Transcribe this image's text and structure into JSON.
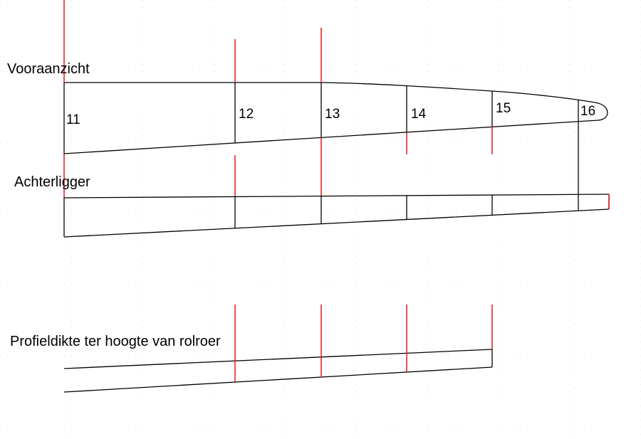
{
  "labels": {
    "front_view": "Vooraanzicht",
    "rear_spar": "Achterligger",
    "profile_thickness": "Profieldikte ter hoogte van rolroer"
  },
  "ribs": [
    "11",
    "12",
    "13",
    "14",
    "15",
    "16"
  ],
  "colors": {
    "outline": "#000000",
    "marker": "#e0191d",
    "grid": "#c8c8c8",
    "background": "#ffffff"
  }
}
